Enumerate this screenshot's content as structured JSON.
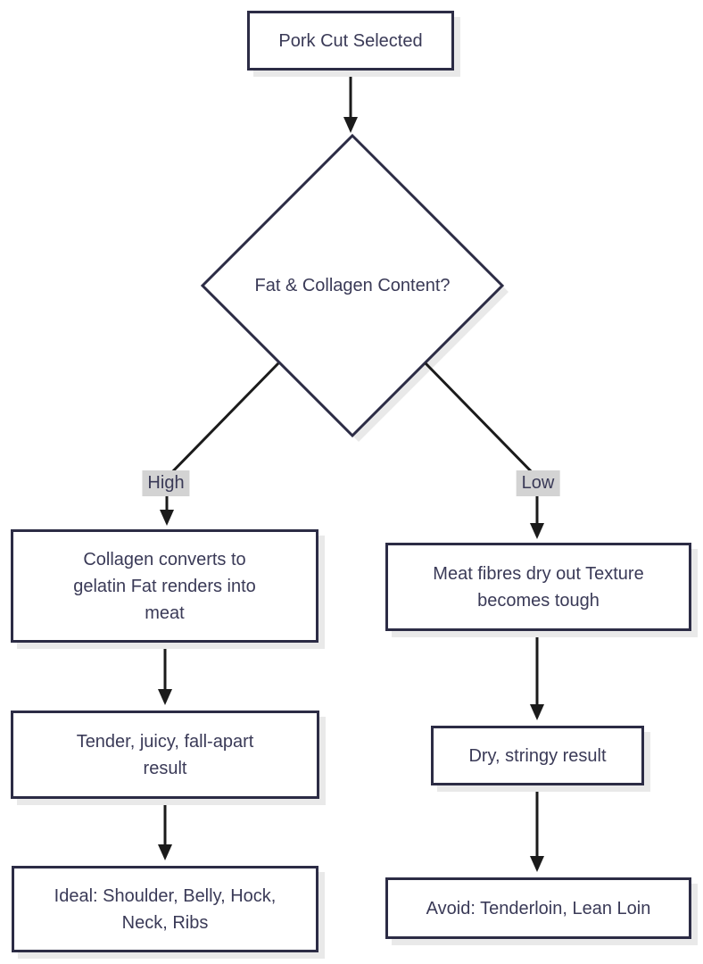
{
  "diagram": {
    "type": "flowchart",
    "direction": "top-down",
    "topic": "Pork cut selection by fat and collagen content",
    "nodes": {
      "start": {
        "shape": "rect",
        "lines": [
          "Pork Cut Selected"
        ]
      },
      "decision": {
        "shape": "diamond",
        "lines": [
          "Fat & Collagen Content?"
        ]
      },
      "high_effect": {
        "shape": "rect",
        "lines": [
          "Collagen converts to",
          "gelatin Fat renders into",
          "meat"
        ]
      },
      "high_result": {
        "shape": "rect",
        "lines": [
          "Tender, juicy, fall-apart",
          "result"
        ]
      },
      "high_cuts": {
        "shape": "rect",
        "lines": [
          "Ideal: Shoulder, Belly, Hock,",
          "Neck, Ribs"
        ]
      },
      "low_effect": {
        "shape": "rect",
        "lines": [
          "Meat fibres dry out Texture",
          "becomes tough"
        ]
      },
      "low_result": {
        "shape": "rect",
        "lines": [
          "Dry, stringy result"
        ]
      },
      "low_cuts": {
        "shape": "rect",
        "lines": [
          "Avoid: Tenderloin, Lean Loin"
        ]
      }
    },
    "edges": [
      {
        "from": "start",
        "to": "decision",
        "label": ""
      },
      {
        "from": "decision",
        "to": "high_effect",
        "label": "High"
      },
      {
        "from": "decision",
        "to": "low_effect",
        "label": "Low"
      },
      {
        "from": "high_effect",
        "to": "high_result",
        "label": ""
      },
      {
        "from": "high_result",
        "to": "high_cuts",
        "label": ""
      },
      {
        "from": "low_effect",
        "to": "low_result",
        "label": ""
      },
      {
        "from": "low_result",
        "to": "low_cuts",
        "label": ""
      }
    ],
    "colors": {
      "background": "#ffffff",
      "node_fill": "#ffffff",
      "node_border": "#2c2c45",
      "node_text": "#3a3a57",
      "edge_line": "#1b1b1b",
      "edge_label_bg": "#d3d3d3",
      "shadow": "#e9e9e9"
    }
  }
}
